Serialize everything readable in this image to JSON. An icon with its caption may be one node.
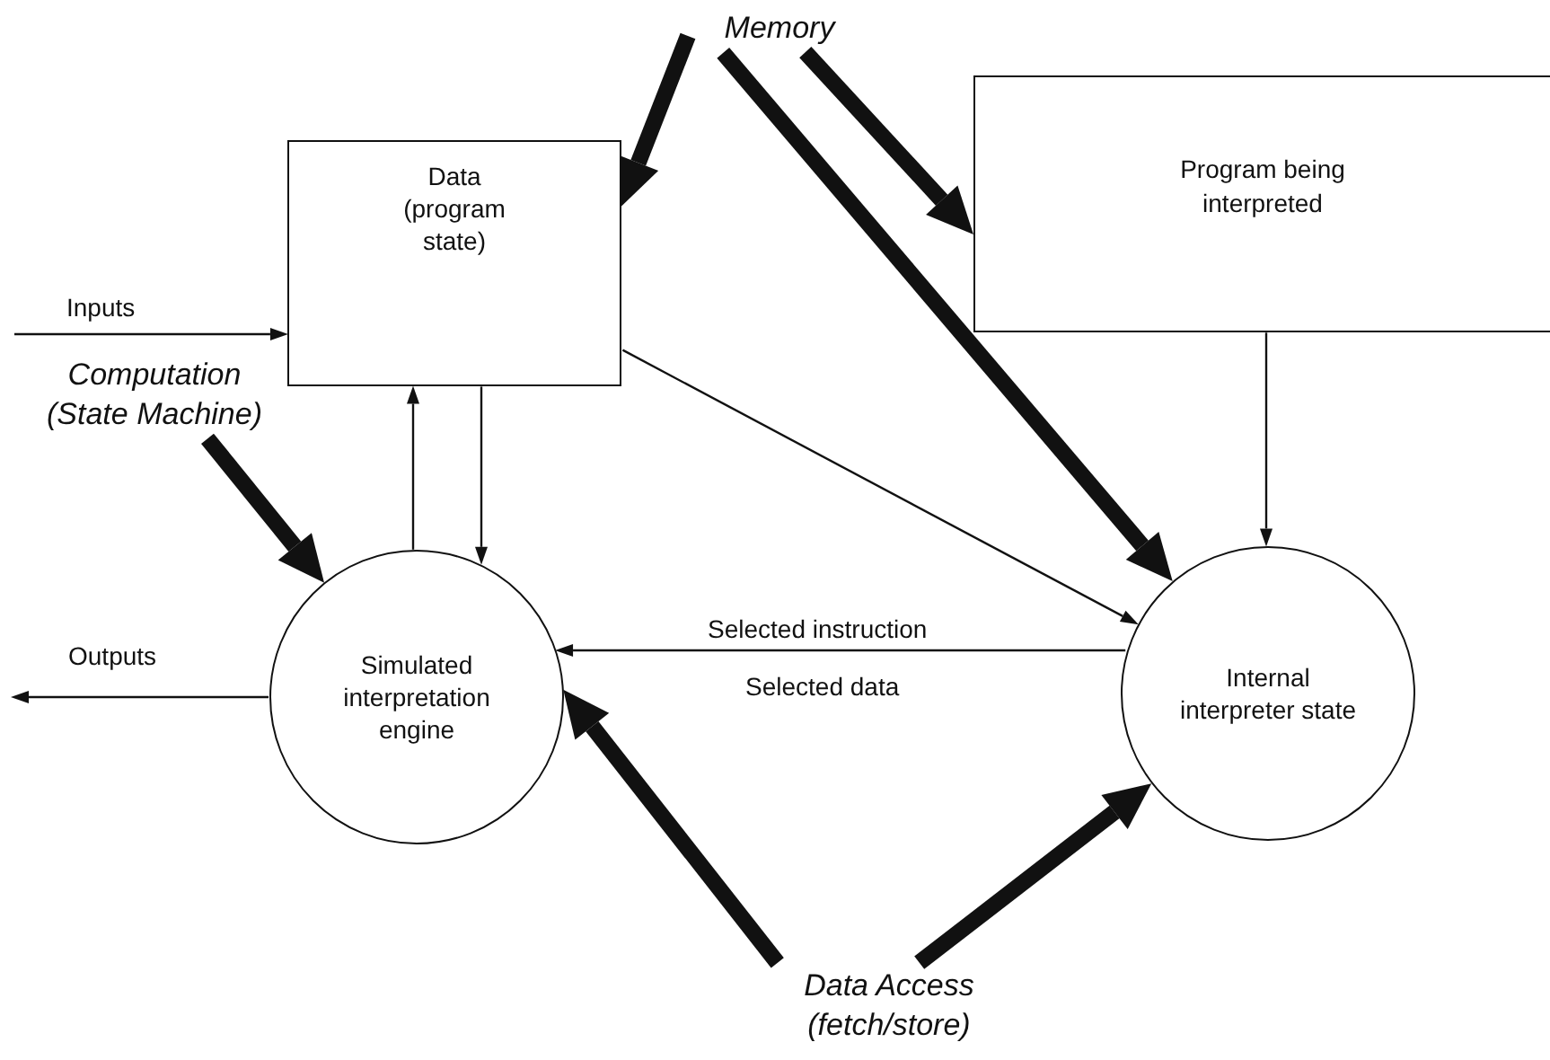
{
  "diagram": {
    "nodes": [
      {
        "text": [
          "Memory"
        ]
      },
      {
        "text": [
          "Program being interpreted"
        ]
      },
      {
        "text": [
          "Data (program state)"
        ]
      },
      {
        "text": [
          "Computation (State Machine)"
        ]
      },
      {
        "text": [
          "Simulated interpretation engine"
        ]
      },
      {
        "text": [
          "Internal interpreter state"
        ]
      },
      {
        "text": [
          "Data Access (fetch/store)"
        ]
      }
    ],
    "edges": [
      {
        "from": null,
        "to": 2,
        "arrow": "to",
        "label": "Inputs"
      },
      {
        "from": 2,
        "to": 4,
        "arrow": "to"
      },
      {
        "from": 4,
        "to": 2,
        "arrow": "to"
      },
      {
        "from": 2,
        "to": 5,
        "arrow": "to"
      },
      {
        "from": 1,
        "to": 5,
        "arrow": "to"
      },
      {
        "from": 5,
        "to": 4,
        "arrow": "to",
        "label": "Selected instruction"
      },
      {
        "from": 4,
        "to": null,
        "arrow": "to",
        "label": "Outputs"
      },
      {
        "from": 0,
        "to": 2,
        "arrow": "to",
        "style": "thick"
      },
      {
        "from": 0,
        "to": 1,
        "arrow": "to",
        "style": "thick"
      },
      {
        "from": 0,
        "to": 5,
        "arrow": "to",
        "style": "thick"
      },
      {
        "from": 3,
        "to": 4,
        "arrow": "to",
        "style": "thick"
      },
      {
        "from": 6,
        "to": 4,
        "arrow": "to",
        "style": "thick"
      },
      {
        "from": 6,
        "to": 5,
        "arrow": "to",
        "style": "thick"
      }
    ],
    "labels": [
      "Selected data"
    ]
  }
}
